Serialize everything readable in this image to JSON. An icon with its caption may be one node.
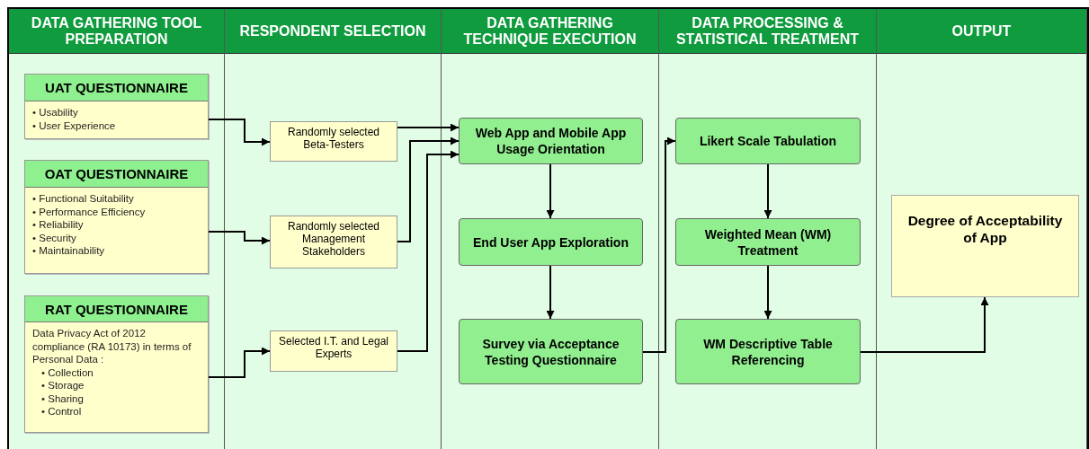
{
  "diagram": {
    "nodes": [
      {
        "text": [
          "DATA GATHERING TOOL PREPARATION"
        ]
      },
      {
        "text": [
          "RESPONDENT SELECTION"
        ]
      },
      {
        "text": [
          "DATA GATHERING TECHNIQUE EXECUTION"
        ]
      },
      {
        "text": [
          "DATA PROCESSING & STATISTICAL TREATMENT"
        ]
      },
      {
        "text": [
          "OUTPUT"
        ]
      },
      {
        "text": [
          "UAT QUESTIONNAIRE",
          "• Usability",
          "• User Experience"
        ],
        "in": 0
      },
      {
        "text": [
          "OAT QUESTIONNAIRE",
          "• Functional Suitability",
          "• Performance Efficiency",
          "• Reliability",
          "• Security",
          "• Maintainability"
        ],
        "in": 0
      },
      {
        "text": [
          "RAT QUESTIONNAIRE",
          "Data Privacy Act of 2012 compliance (RA 10173) in terms of Personal Data :",
          "• Collection",
          "• Storage",
          "• Sharing",
          "• Control"
        ],
        "in": 0
      },
      {
        "text": [
          "Randomly selected Beta-Testers"
        ],
        "in": 1
      },
      {
        "text": [
          "Randomly selected Management Stakeholders"
        ],
        "in": 1
      },
      {
        "text": [
          "Selected I.T. and Legal Experts"
        ],
        "in": 1
      },
      {
        "text": [
          "Web App and Mobile App Usage Orientation"
        ],
        "in": 2
      },
      {
        "text": [
          "End User App Exploration"
        ],
        "in": 2
      },
      {
        "text": [
          "Survey via Acceptance Testing Questionnaire"
        ],
        "in": 2
      },
      {
        "text": [
          "Likert Scale Tabulation"
        ],
        "in": 3
      },
      {
        "text": [
          "Weighted Mean (WM) Treatment"
        ],
        "in": 3
      },
      {
        "text": [
          "WM Descriptive Table Referencing"
        ],
        "in": 3
      },
      {
        "text": [
          "Degree of Acceptability of App"
        ],
        "in": 4
      }
    ],
    "edges": [
      {
        "from": 5,
        "to": 8,
        "arrow": "to"
      },
      {
        "from": 6,
        "to": 9,
        "arrow": "to"
      },
      {
        "from": 7,
        "to": 10,
        "arrow": "to"
      },
      {
        "from": 8,
        "to": 11,
        "arrow": "to"
      },
      {
        "from": 9,
        "to": 11,
        "arrow": "to"
      },
      {
        "from": 10,
        "to": 11,
        "arrow": "to"
      },
      {
        "from": 11,
        "to": 12,
        "arrow": "to"
      },
      {
        "from": 12,
        "to": 13,
        "arrow": "to"
      },
      {
        "from": 13,
        "to": 14,
        "arrow": "to"
      },
      {
        "from": 14,
        "to": 15,
        "arrow": "to"
      },
      {
        "from": 15,
        "to": 16,
        "arrow": "to"
      },
      {
        "from": 16,
        "to": 17,
        "arrow": "to"
      }
    ]
  }
}
